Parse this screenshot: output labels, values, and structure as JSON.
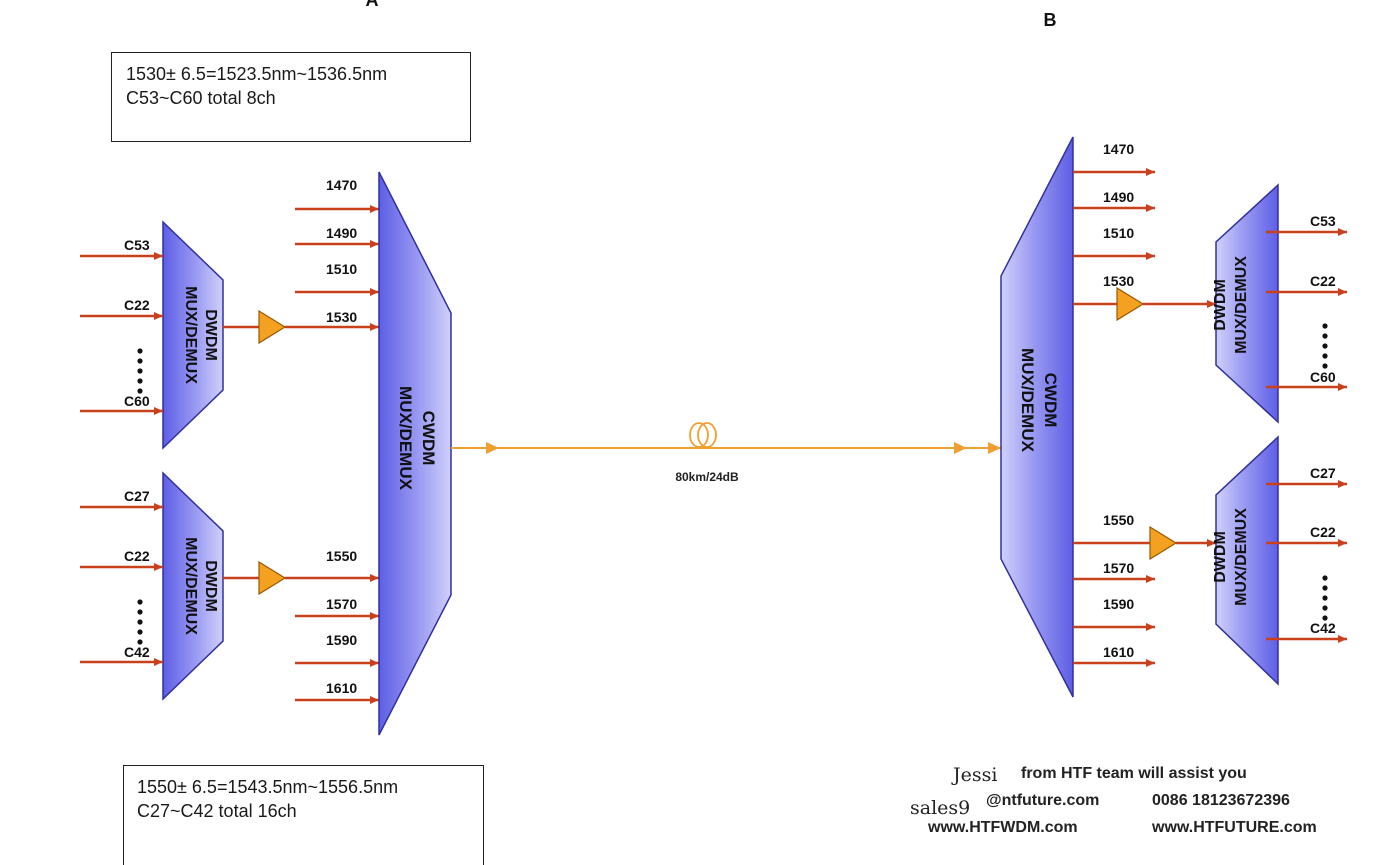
{
  "labels": {
    "a": "A",
    "b": "B"
  },
  "box_top": {
    "line1": "1530± 6.5=1523.5nm~1536.5nm",
    "line2": "C53~C60 total 8ch"
  },
  "box_bottom": {
    "line1": "1550± 6.5=1543.5nm~1556.5nm",
    "line2": "C27~C42 total 16ch"
  },
  "cwdm": {
    "line1": "CWDM",
    "line2": "MUX/DEMUX"
  },
  "dwdm": {
    "line1": "DWDM",
    "line2": "MUX/DEMUX"
  },
  "fiber": {
    "label": "80km/24dB"
  },
  "wavelengths": [
    "1470",
    "1490",
    "1510",
    "1530",
    "1550",
    "1570",
    "1590",
    "1610"
  ],
  "channels_upper": [
    "C53",
    "C22",
    "C60"
  ],
  "channels_lower": [
    "C27",
    "C22",
    "C42"
  ],
  "contact": {
    "name": "Jessi",
    "assist": "from HTF team will assist you",
    "email_prefix": "sales9",
    "email_suffix": "@ntfuture.com",
    "phone": "0086 18123672396",
    "site1": "www.HTFWDM.com",
    "site2": "www.HTFUTURE.com"
  },
  "colors": {
    "arrow": "#c8401c",
    "fiber": "#f0a030",
    "amplifier": "#f4a020",
    "device_fill_dark": "#6868e8",
    "device_fill_light": "#c4c4f8"
  }
}
